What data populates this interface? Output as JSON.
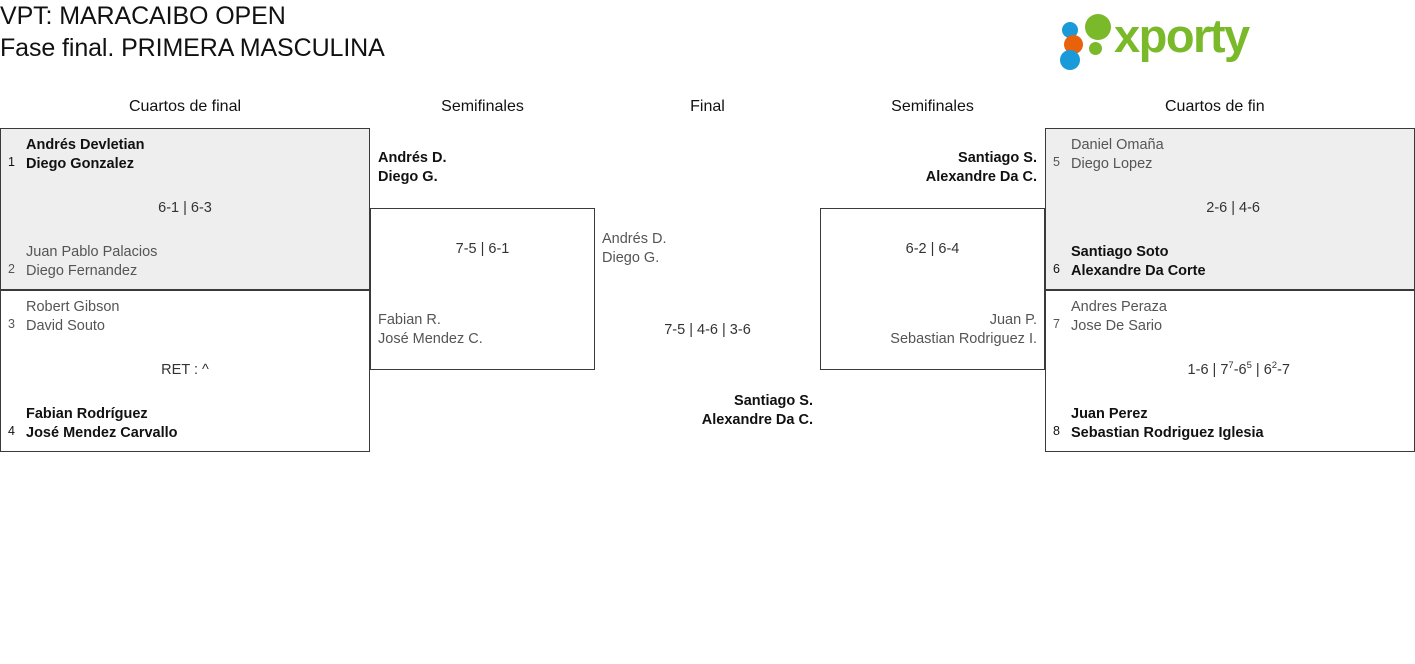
{
  "header": {
    "title_line1": "VPT: MARACAIBO OPEN",
    "title_line2": "Fase final. PRIMERA MASCULINA",
    "logo_text": "xporty",
    "logo_colors": {
      "green": "#7ab929",
      "blue": "#1a9ad8",
      "orange": "#e8620c"
    }
  },
  "rounds": {
    "qf_left": "Cuartos de final",
    "sf_left": "Semifinales",
    "final": "Final",
    "sf_right": "Semifinales",
    "qf_right": "Cuartos de fin"
  },
  "colors": {
    "shade": "#eeeeee",
    "border": "#3a3a3a",
    "winner_text": "#111111",
    "loser_text": "#555555"
  },
  "matches": {
    "qf1": {
      "shaded": true,
      "top": {
        "seed": "1",
        "line1": "Andrés Devletian",
        "line2": "Diego Gonzalez",
        "winner": true
      },
      "bottom": {
        "seed": "2",
        "line1": "Juan Pablo Palacios",
        "line2": "Diego Fernandez",
        "winner": false
      },
      "score": "6-1 | 6-3"
    },
    "qf2": {
      "shaded": false,
      "top": {
        "seed": "3",
        "line1": "Robert Gibson",
        "line2": "David Souto",
        "winner": false
      },
      "bottom": {
        "seed": "4",
        "line1": "Fabian Rodríguez",
        "line2": "José Mendez Carvallo",
        "winner": true
      },
      "score": "RET : ^"
    },
    "qf3": {
      "shaded": true,
      "top": {
        "seed": "5",
        "line1": "Daniel Omaña",
        "line2": "Diego Lopez",
        "winner": false
      },
      "bottom": {
        "seed": "6",
        "line1": "Santiago Soto",
        "line2": "Alexandre Da Corte",
        "winner": true
      },
      "score": "2-6 | 4-6"
    },
    "qf4": {
      "shaded": false,
      "top": {
        "seed": "7",
        "line1": "Andres Peraza",
        "line2": "Jose De Sario",
        "winner": false
      },
      "bottom": {
        "seed": "8",
        "line1": "Juan Perez",
        "line2": "Sebastian Rodriguez Iglesia",
        "winner": true
      },
      "score_html": "1-6 | 7<sup>7</sup>-6<sup>5</sup> | 6<sup>2</sup>-7"
    },
    "sf_left": {
      "top": {
        "line1": "Andrés D.",
        "line2": "Diego G.",
        "winner": true
      },
      "bottom": {
        "line1": "Fabian R.",
        "line2": "José Mendez C.",
        "winner": false
      },
      "score": "7-5 | 6-1"
    },
    "sf_right": {
      "top": {
        "line1": "Santiago S.",
        "line2": "Alexandre Da C.",
        "winner": true
      },
      "bottom": {
        "line1": "Juan P.",
        "line2": "Sebastian Rodriguez I.",
        "winner": false
      },
      "score": "6-2 | 6-4"
    },
    "final": {
      "top": {
        "line1": "Andrés D.",
        "line2": "Diego G.",
        "winner": false
      },
      "bottom": {
        "line1": "Santiago S.",
        "line2": "Alexandre Da C.",
        "winner": true
      },
      "score": "7-5 | 4-6 | 3-6"
    }
  }
}
